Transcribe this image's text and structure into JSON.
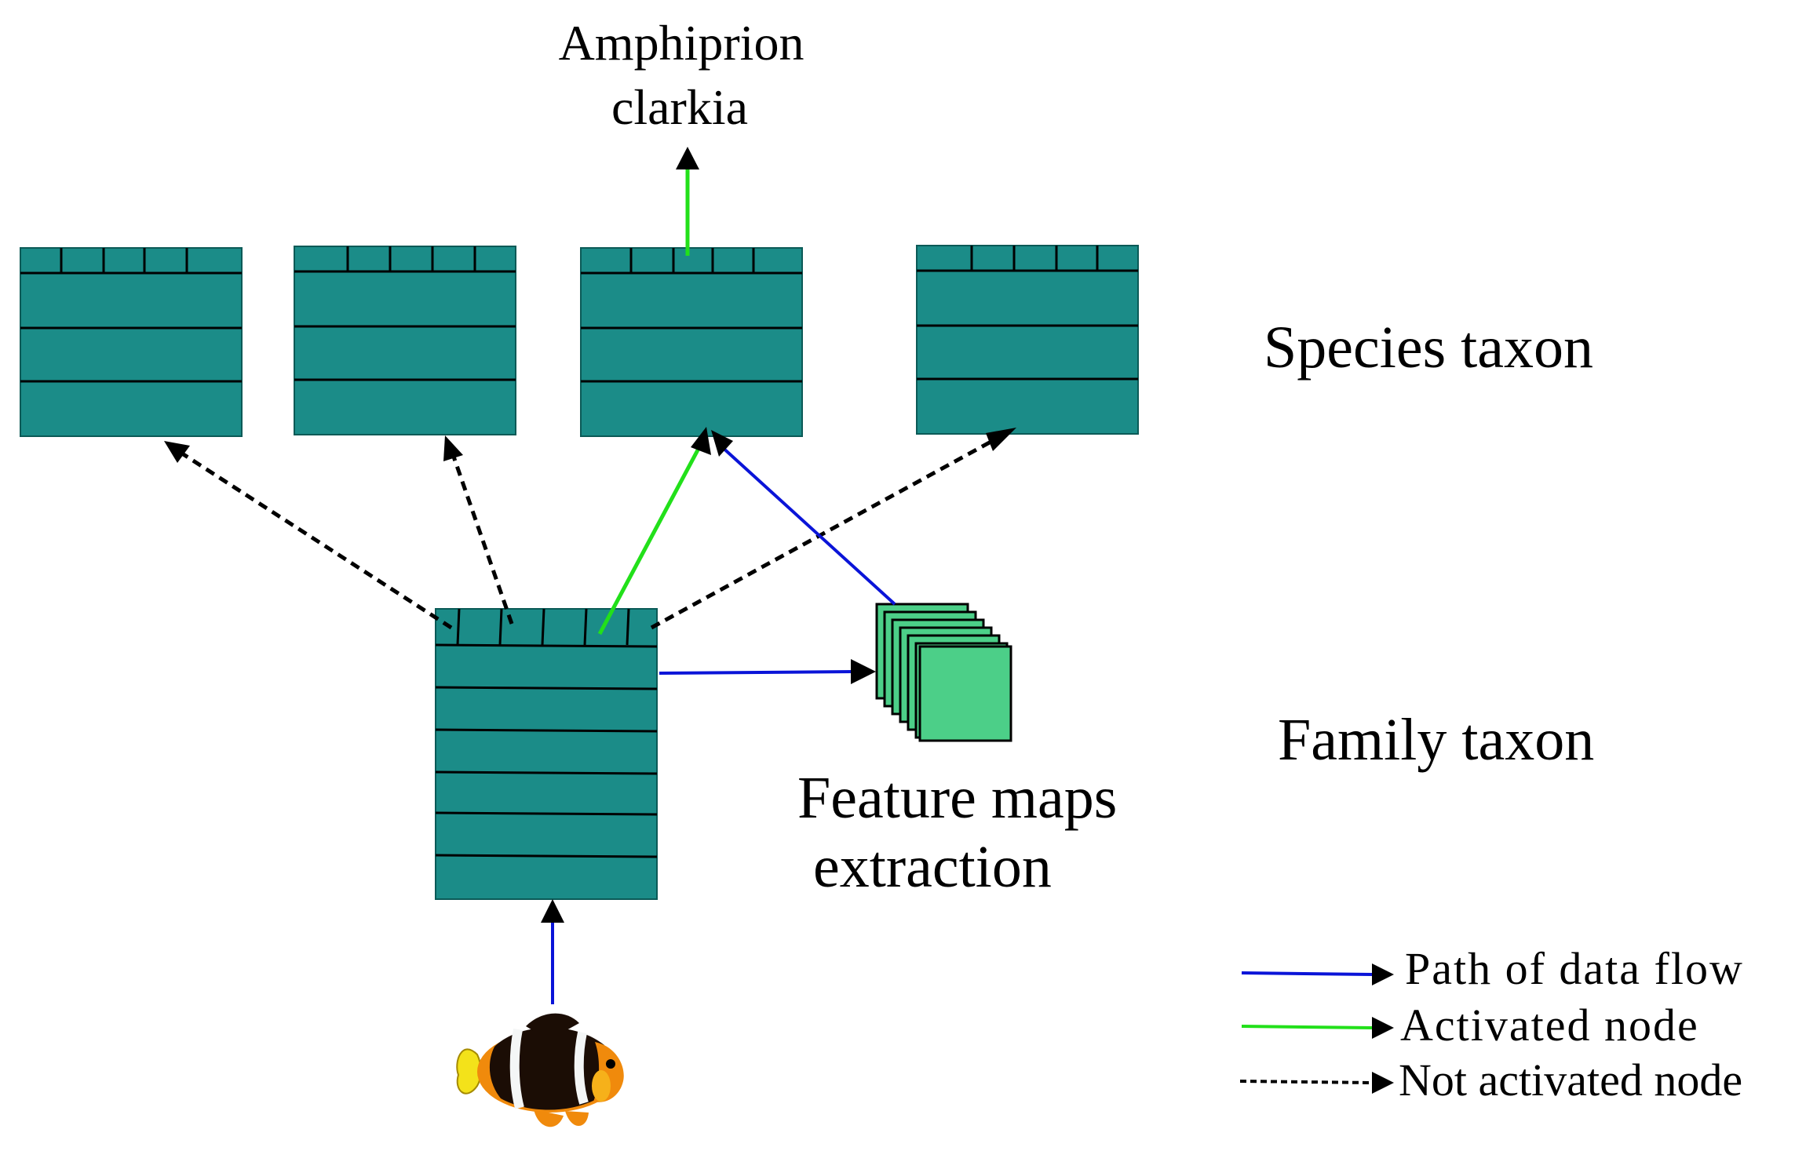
{
  "labels": {
    "output_line1": "Amphiprion",
    "output_line2": "clarkia",
    "species_taxon": "Species taxon",
    "family_taxon": "Family taxon",
    "feature_line1": "Feature maps",
    "feature_line2": "extraction"
  },
  "legend": {
    "items": [
      {
        "label": "Path of data flow",
        "style": "solid",
        "color": "#0a14d8"
      },
      {
        "label": "Activated node",
        "style": "solid",
        "color": "#22e01a"
      },
      {
        "label": "Not activated node",
        "style": "dashed",
        "color": "#000000"
      }
    ]
  },
  "colors": {
    "node_fill": "#1b8c88",
    "feature_map_fill": "#4ccf88",
    "data_flow": "#0a14d8",
    "activated": "#22e01a",
    "not_activated": "#000000"
  },
  "icons": {
    "input_image": "clownfish-icon"
  }
}
